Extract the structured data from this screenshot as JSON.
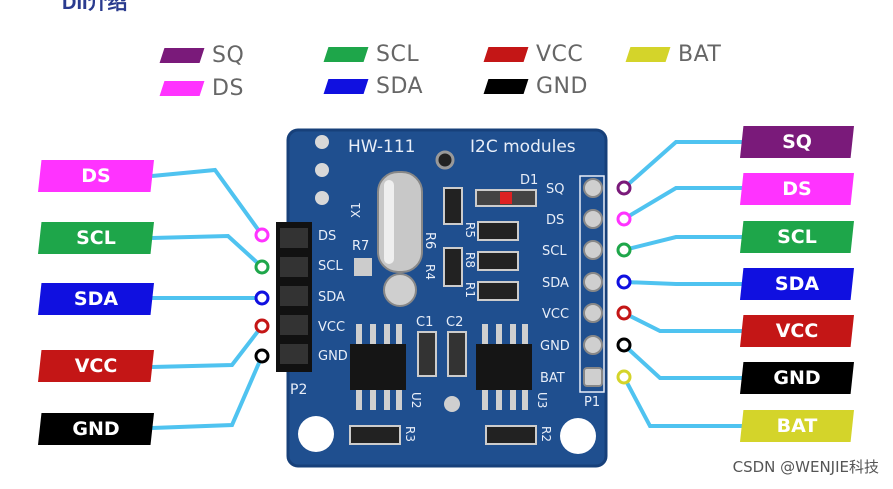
{
  "header_fragment": "DII介绍",
  "legend": [
    {
      "label": "SQ",
      "color": "#7a1a7a"
    },
    {
      "label": "DS",
      "color": "#ff33ff"
    },
    {
      "label": "SCL",
      "color": "#1ea64a"
    },
    {
      "label": "SDA",
      "color": "#1010e0"
    },
    {
      "label": "VCC",
      "color": "#c41616"
    },
    {
      "label": "GND",
      "color": "#000000"
    },
    {
      "label": "BAT",
      "color": "#d4d42a"
    }
  ],
  "left_tags": [
    {
      "label": "DS",
      "color": "#ff33ff"
    },
    {
      "label": "SCL",
      "color": "#1ea64a"
    },
    {
      "label": "SDA",
      "color": "#1010e0"
    },
    {
      "label": "VCC",
      "color": "#c41616"
    },
    {
      "label": "GND",
      "color": "#000000"
    }
  ],
  "right_tags": [
    {
      "label": "SQ",
      "color": "#7a1a7a"
    },
    {
      "label": "DS",
      "color": "#ff33ff"
    },
    {
      "label": "SCL",
      "color": "#1ea64a"
    },
    {
      "label": "SDA",
      "color": "#1010e0"
    },
    {
      "label": "VCC",
      "color": "#c41616"
    },
    {
      "label": "GND",
      "color": "#000000"
    },
    {
      "label": "BAT",
      "color": "#d4d42a"
    }
  ],
  "board": {
    "model": "HW-111",
    "module_label": "I2C modules",
    "p2_pins": [
      "DS",
      "SCL",
      "SDA",
      "VCC",
      "GND"
    ],
    "p1_pins": [
      "SQ",
      "DS",
      "SCL",
      "SDA",
      "VCC",
      "GND",
      "BAT"
    ],
    "connector_left": "P2",
    "connector_right": "P1",
    "components": {
      "x1": "X1",
      "r6": "R6",
      "r7": "R7",
      "r5": "R5",
      "r8": "R8",
      "r4": "R4",
      "r1": "R1",
      "d1": "D1",
      "c1": "C1",
      "c2": "C2",
      "u2": "U2",
      "u3": "U3",
      "r3": "R3",
      "r2": "R2"
    }
  },
  "watermark": "CSDN @WENJIE科技",
  "connector_line_color": "#4fc3f0"
}
